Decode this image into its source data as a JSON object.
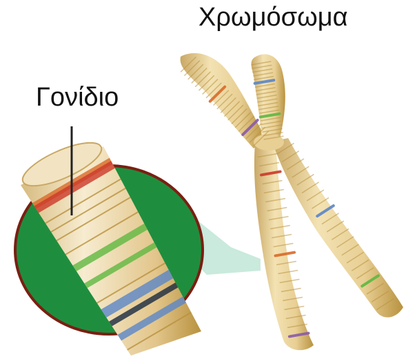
{
  "labels": {
    "chromosome": "Χρωμόσωμα",
    "gene": "Γονίδιο"
  },
  "colors": {
    "background": "#ffffff",
    "chromatid": "#e8cf94",
    "chromatid_shade": "#c9a865",
    "band": "#b8923f",
    "band_red": "#cc3a2a",
    "band_green": "#5fb841",
    "band_blue": "#5a86c8",
    "band_purple": "#8a5aa8",
    "band_orange": "#d96b2a",
    "zoom_circle": "#1e8e3e",
    "zoom_circle_rim": "#7a1f12",
    "zoom_beam": "#bfe6d6",
    "pointer_line": "#222222"
  },
  "icons": {
    "chromosome": "chromosome-illustration",
    "gene_segment": "dna-segment-illustration"
  }
}
